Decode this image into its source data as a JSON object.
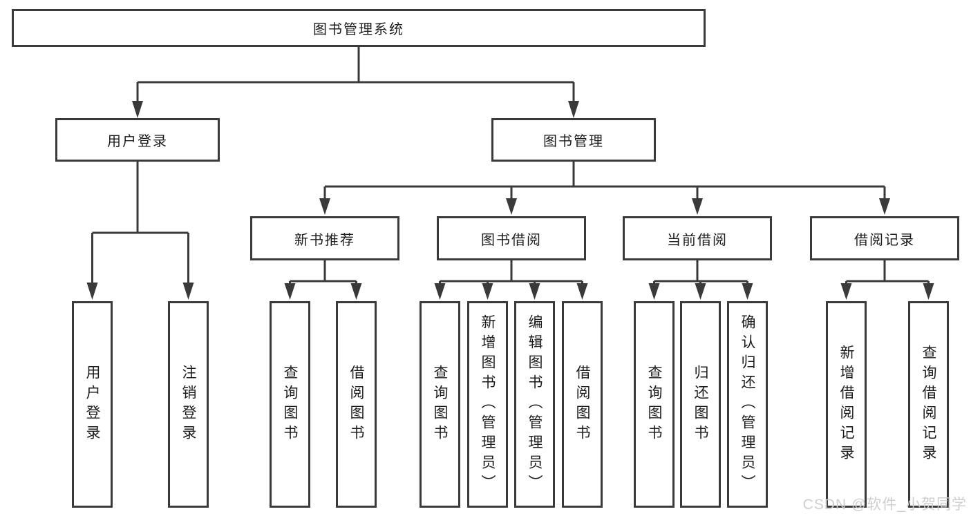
{
  "diagram": {
    "root": {
      "label": "图书管理系统"
    },
    "branches": [
      {
        "label": "用户登录",
        "children": [
          {
            "label": "用户登录"
          },
          {
            "label": "注销登录"
          }
        ]
      },
      {
        "label": "图书管理",
        "children": [
          {
            "label": "新书推荐",
            "children": [
              {
                "label": "查询图书"
              },
              {
                "label": "借阅图书"
              }
            ]
          },
          {
            "label": "图书借阅",
            "children": [
              {
                "label": "查询图书"
              },
              {
                "label": "新增图书（管理员）"
              },
              {
                "label": "编辑图书（管理员）"
              },
              {
                "label": "借阅图书"
              }
            ]
          },
          {
            "label": "当前借阅",
            "children": [
              {
                "label": "查询图书"
              },
              {
                "label": "归还图书"
              },
              {
                "label": "确认归还（管理员）"
              }
            ]
          },
          {
            "label": "借阅记录",
            "children": [
              {
                "label": "新增借阅记录"
              },
              {
                "label": "查询借阅记录"
              }
            ]
          }
        ]
      }
    ]
  },
  "watermark": {
    "text": "CSDN @软件_小贺同学"
  },
  "colors": {
    "line": "#3a3a3a",
    "text": "#1c1c1c",
    "background": "#ffffff",
    "watermark": "#cccccc"
  }
}
